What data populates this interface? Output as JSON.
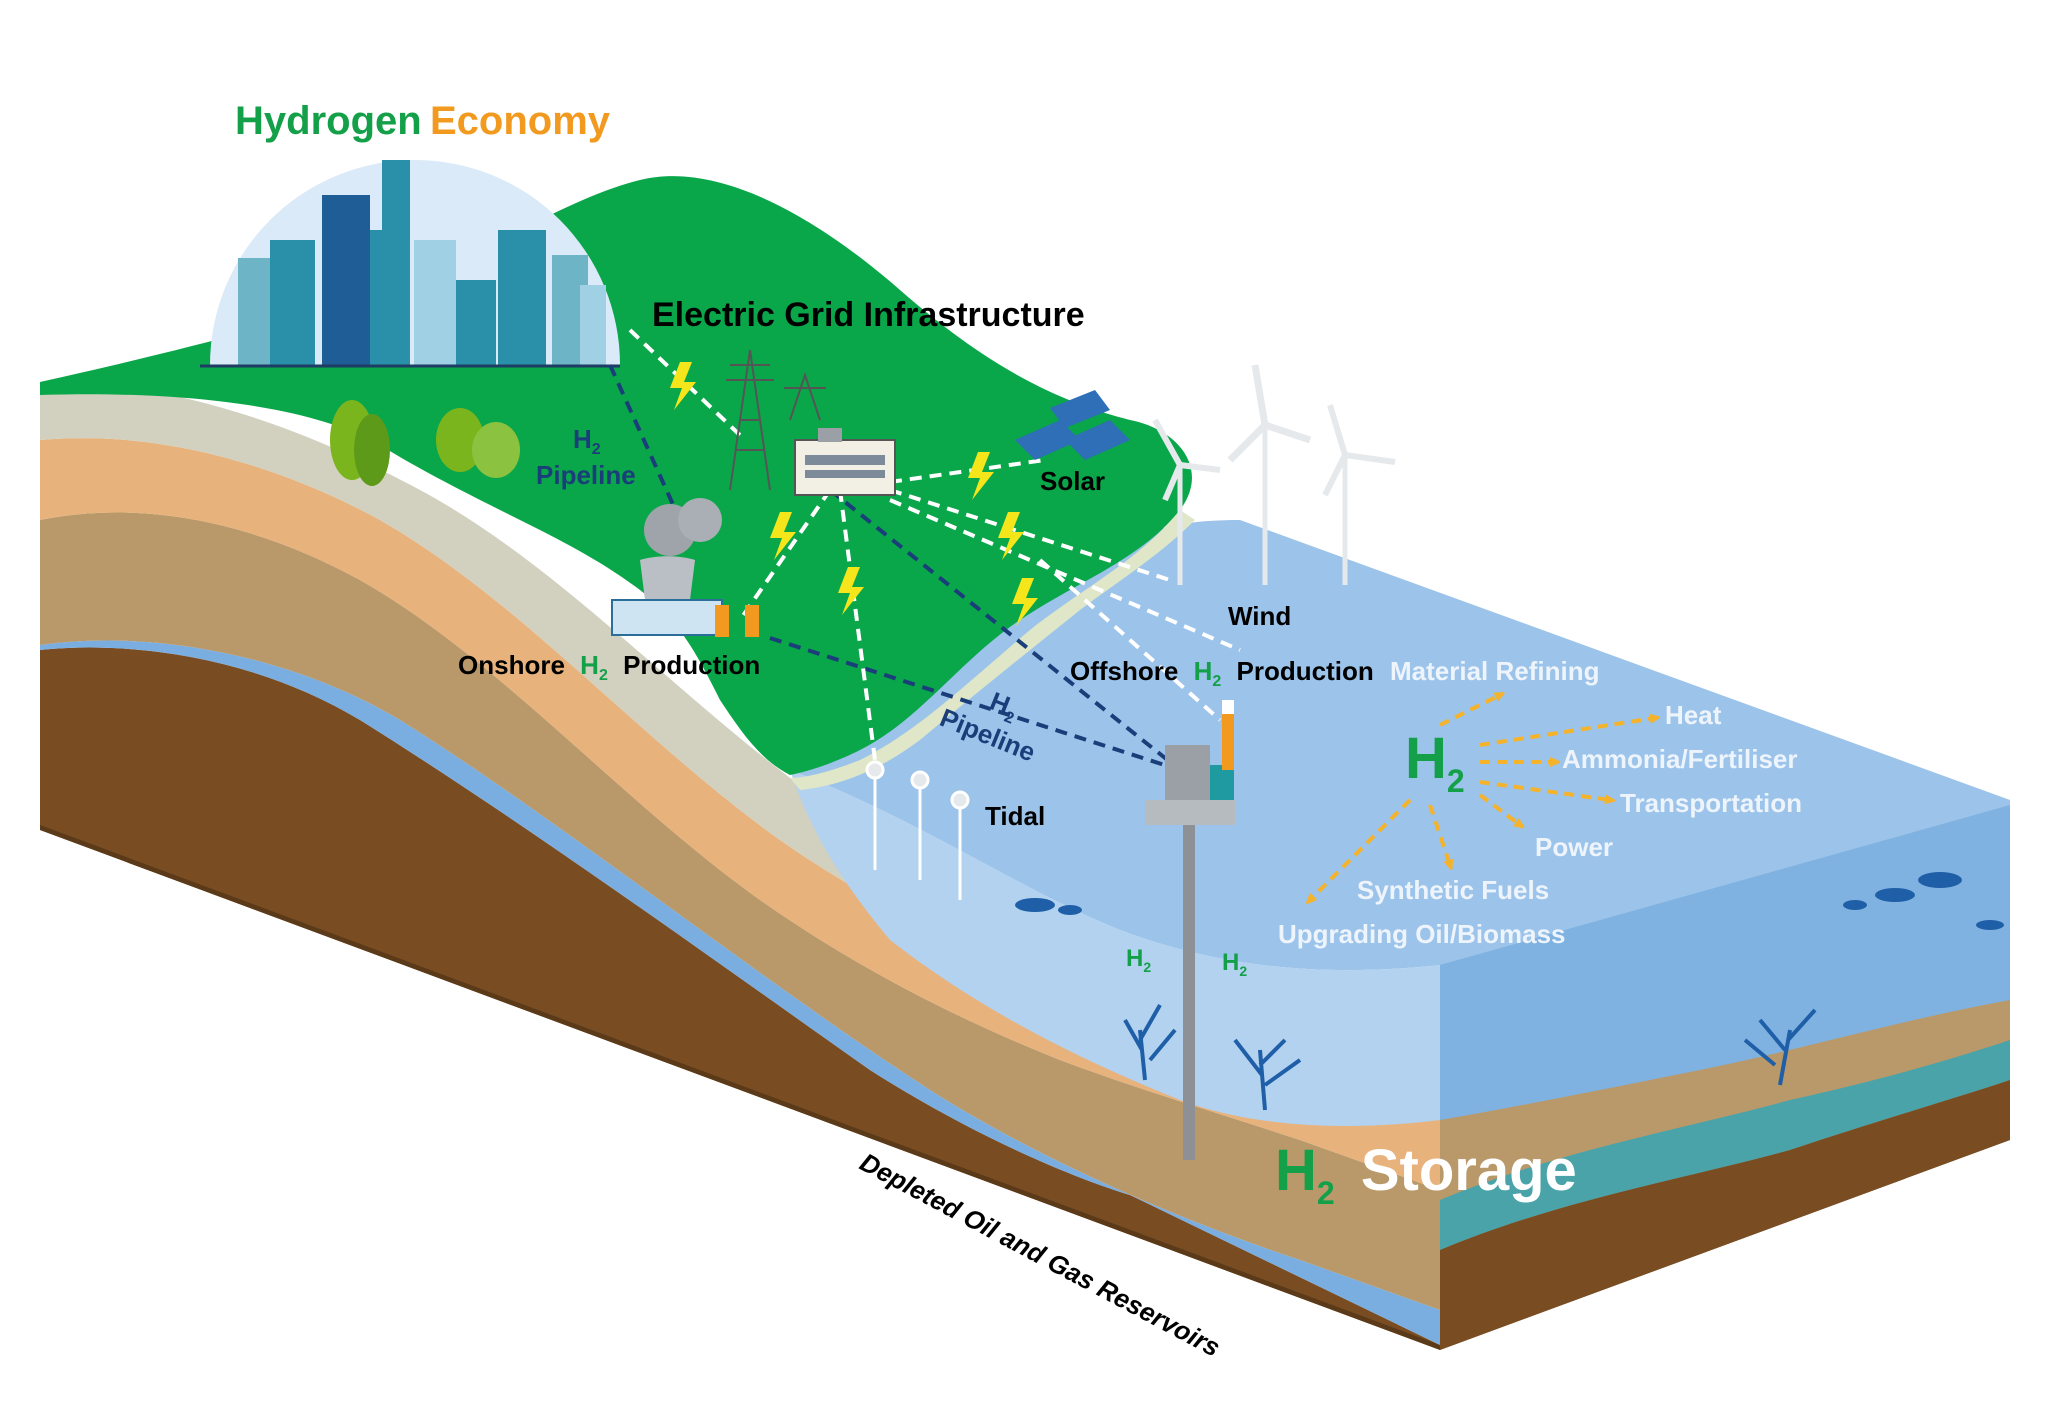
{
  "title": {
    "part1": "Hydrogen",
    "part2": "Economy"
  },
  "labels": {
    "grid": "Electric Grid Infrastructure",
    "solar": "Solar",
    "wind": "Wind",
    "tidal": "Tidal",
    "onshore_pre": "Onshore",
    "onshore_h": "H",
    "onshore_sub": "2",
    "onshore_post": "Production",
    "offshore_pre": "Offshore",
    "offshore_h": "H",
    "offshore_sub": "2",
    "offshore_post": "Production",
    "pipeline_h": "H",
    "pipeline_sub": "2",
    "pipeline_word": "Pipeline",
    "pipeline2_h": "H",
    "pipeline2_sub": "2",
    "pipeline2_word": "Pipeline",
    "storage_h": "H",
    "storage_sub": "2",
    "storage_word": "Storage",
    "reservoirs": "Depleted Oil and Gas Reservoirs",
    "h2_center_h": "H",
    "h2_center_sub": "2",
    "h2_bubble1_h": "H",
    "h2_bubble1_sub": "2",
    "h2_bubble2_h": "H",
    "h2_bubble2_sub": "2"
  },
  "uses": [
    "Material Refining",
    "Heat",
    "Ammonia/Fertiliser",
    "Transportation",
    "Power",
    "Synthetic Fuels",
    "Upgrading Oil/Biomass"
  ],
  "colors": {
    "green": "#13a049",
    "orange": "#f19a1f",
    "land": "#0aa64a",
    "sea": "#9cc3ea",
    "sea_deep": "#7fb2e0",
    "pipeline": "#1a3e7a",
    "arrow": "#f4b32a",
    "bolt": "#f5e61c"
  }
}
